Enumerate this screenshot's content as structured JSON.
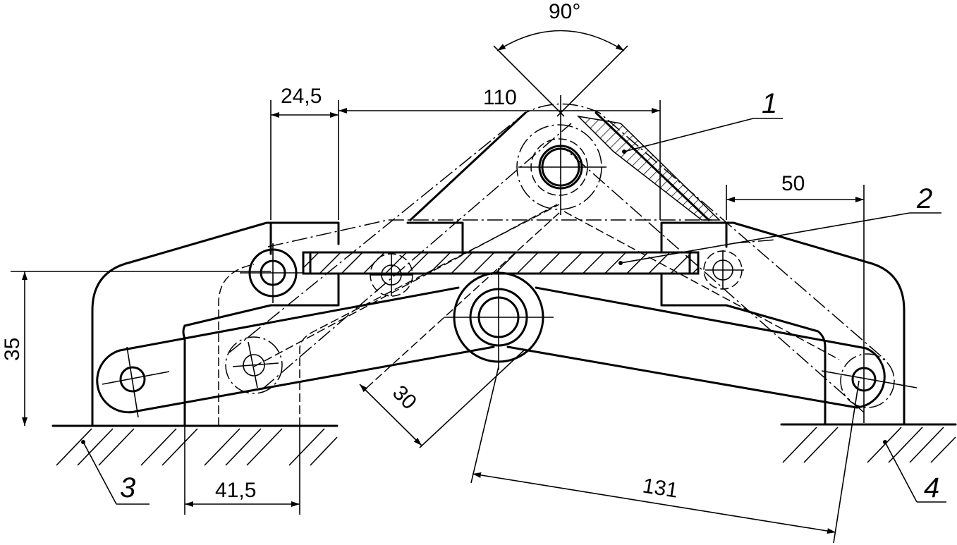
{
  "dimensions": {
    "angle": "90°",
    "d110": "110",
    "d24_5": "24,5",
    "d50": "50",
    "d35": "35",
    "d30": "30",
    "d41_5": "41,5",
    "d131": "131"
  },
  "callouts": {
    "label_1": "1",
    "label_2": "2",
    "label_3": "3",
    "label_4": "4"
  },
  "colors": {
    "line": "#000000",
    "background": "#ffffff"
  }
}
